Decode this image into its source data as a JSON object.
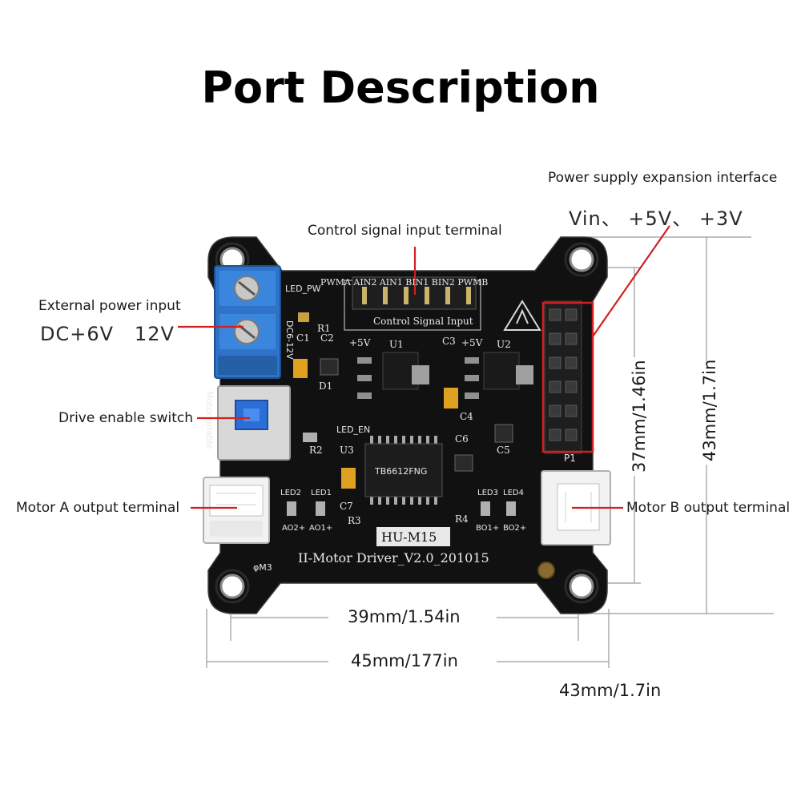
{
  "title": "Port Description",
  "annotations": {
    "power_expansion": "Power supply expansion interface",
    "power_expansion_values": "Vin、 +5V、 +3V",
    "control_signal": "Control signal input terminal",
    "external_power": "External power input",
    "external_power_values": "DC+6V   12V",
    "drive_enable": "Drive enable switch",
    "motor_a": "Motor A output terminal",
    "motor_b": "Motor B output terminal"
  },
  "dimensions": {
    "inner_width": "39mm/1.54in",
    "outer_width": "45mm/177in",
    "depth": "43mm/1.7in",
    "inner_height": "37mm/1.46in",
    "outer_height": "43mm/1.7in"
  },
  "board_silkscreen": {
    "model": "HU-M15",
    "name": "II-Motor Driver_V2.0_201015",
    "header": "Control Signal Input",
    "header_pins": "PWMA AIN2 AIN1 BIN1 BIN2 PWMB",
    "chip": "TB6612FNG",
    "led_pw": "LED_PW",
    "led_en": "LED_EN",
    "led2": "LED2",
    "led1": "LED1",
    "led3": "LED3",
    "led4": "LED4",
    "ao2": "AO2+",
    "ao1": "AO1+",
    "bo1": "BO1+",
    "bo2": "BO2+",
    "u1": "U1",
    "u2": "U2",
    "u3": "U3",
    "p1": "P1",
    "c1": "C1",
    "c2": "C2",
    "c3": "C3",
    "c4": "C4",
    "c5": "C5",
    "c6": "C6",
    "c7": "C7",
    "r1": "R1",
    "r2": "R2",
    "r3": "R3",
    "r4": "R4",
    "d1": "D1",
    "plus5v_a": "+5V",
    "plus5v_b": "+5V",
    "phi_m3": "φM3",
    "side_power": "DC6-12V",
    "side_enable": "Motor enable"
  },
  "colors": {
    "board": "#111111",
    "silkscreen": "#e8e8e8",
    "terminal_block": "#2f73c8",
    "switch": "#2b6fd6",
    "callout_line": "#d02020",
    "highlight_box": "#d02020",
    "dimension_line": "#9a9a9a"
  },
  "icons": [
    "esd-warning-icon",
    "mounting-hole-icon",
    "screw-terminal-icon",
    "push-switch-icon"
  ]
}
